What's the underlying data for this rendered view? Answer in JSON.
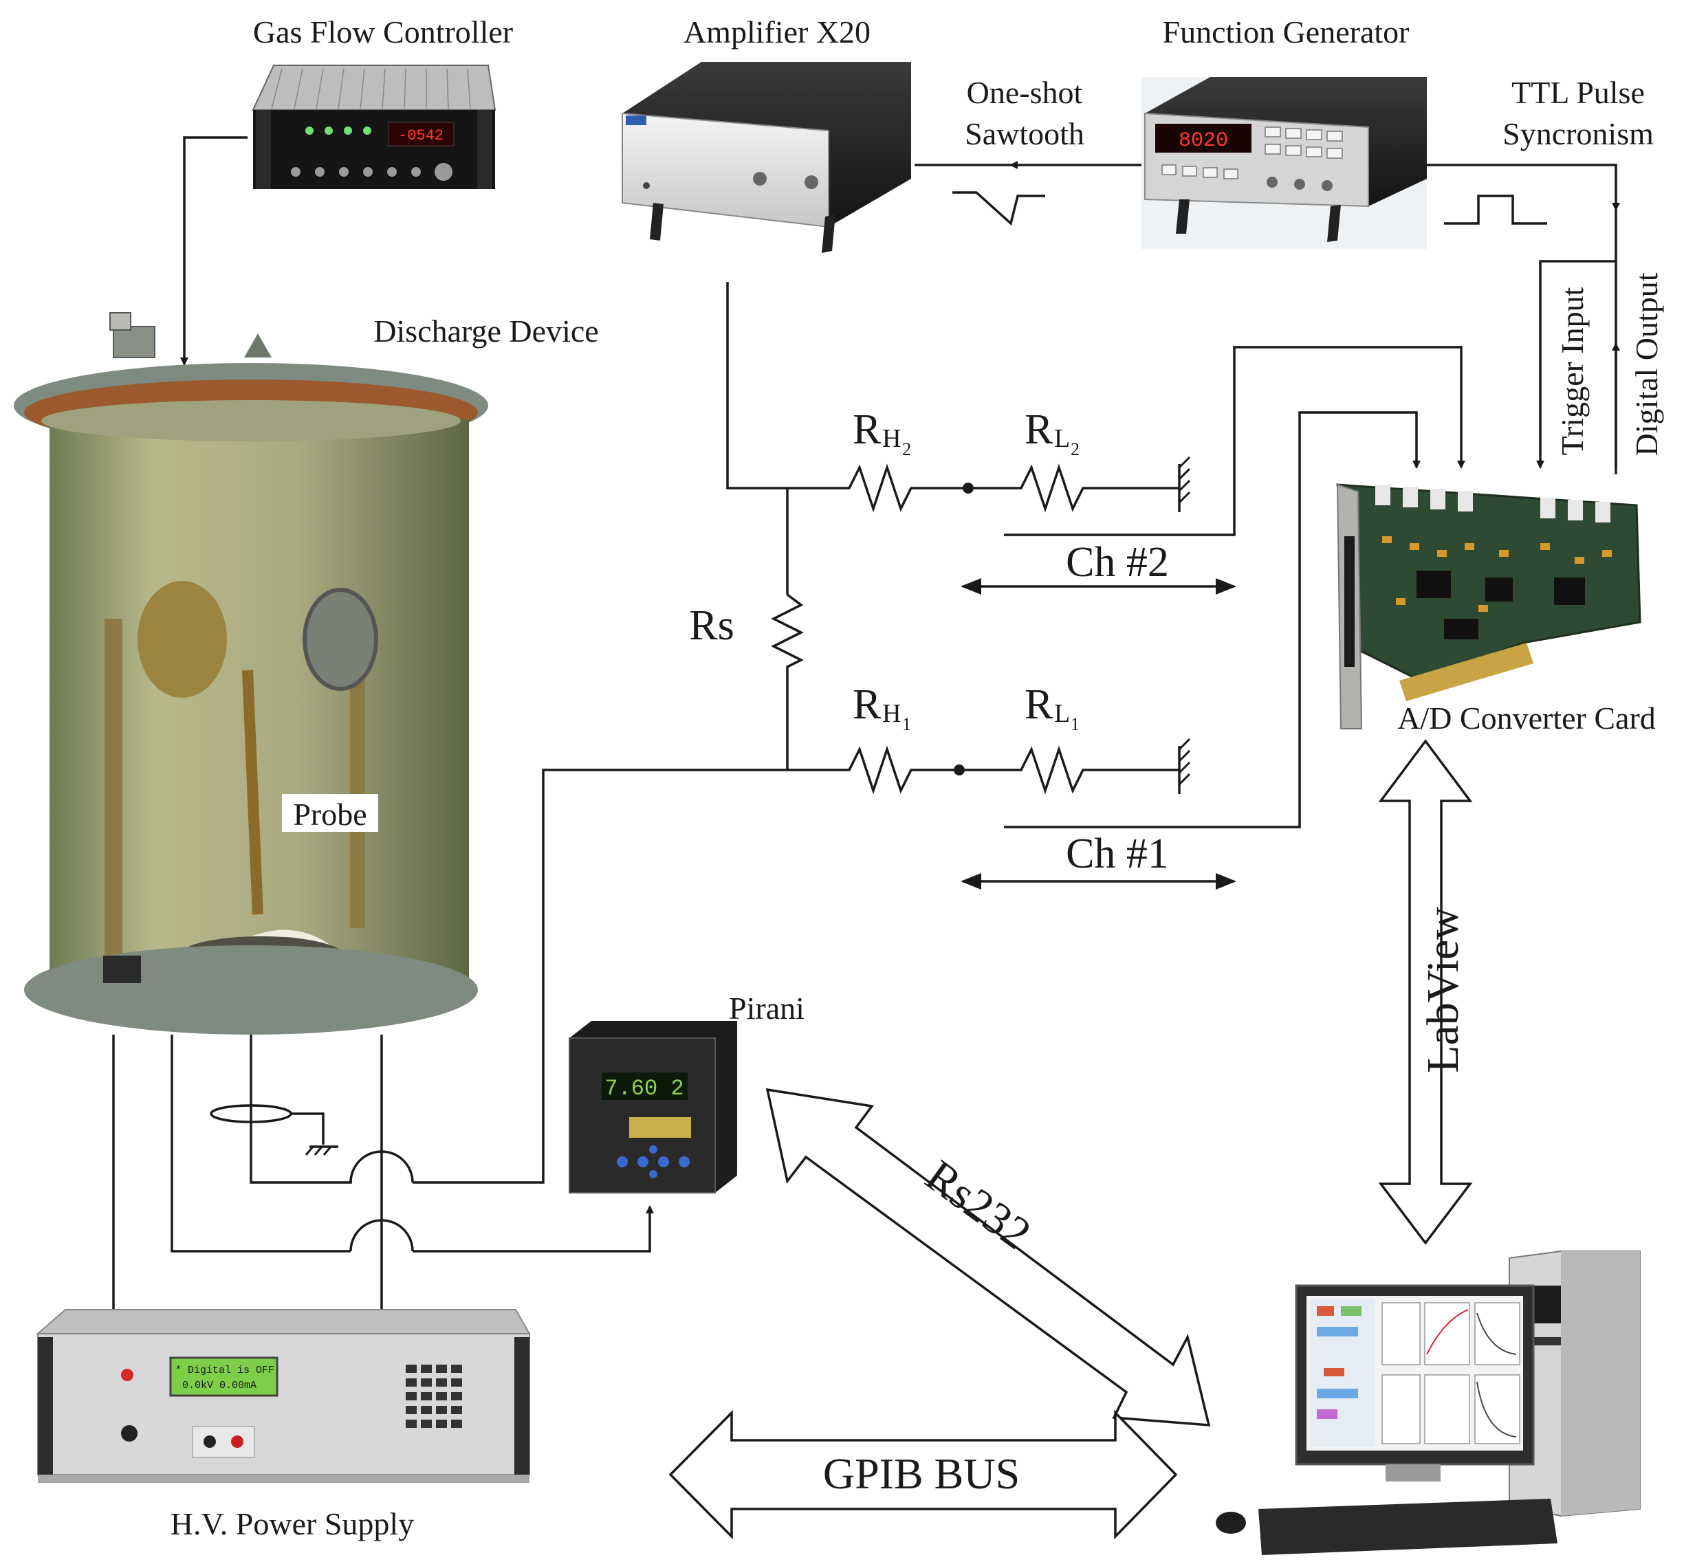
{
  "labels": {
    "gas_flow": "Gas Flow Controller",
    "amplifier": "Amplifier X20",
    "function_generator": "Function Generator",
    "one_shot": "One-shot",
    "sawtooth": "Sawtooth",
    "ttl_pulse": "TTL Pulse",
    "syncronism": "Syncronism",
    "discharge": "Discharge Device",
    "trigger_input": "Trigger Input",
    "digital_output": "Digital Output",
    "rh": "R",
    "rl": "R",
    "h": "H",
    "l": "L",
    "sub_1": "1",
    "sub_2": "2",
    "rs": "Rs",
    "ch2": "Ch #2",
    "ch1": "Ch #1",
    "ad_card": "A/D Converter Card",
    "probe": "Probe",
    "pirani": "Pirani",
    "labview": "LabView",
    "rs232": "Rs232",
    "gpib": "GPIB BUS",
    "hv_supply": "H.V. Power Supply"
  },
  "displays": {
    "gas_flow_readout": "-0542",
    "function_gen_readout": "8020",
    "pirani_readout": "7.60 2",
    "hv_line1": "* Digital is OFF",
    "hv_line2": "0.0kV 0.00mA"
  },
  "colors": {
    "ink": "#1a1a1a",
    "copper": "#b5642c",
    "pcb_green": "#2f4a33",
    "led_red": "#ff3a2a",
    "lcd_green": "#8fd14f"
  }
}
